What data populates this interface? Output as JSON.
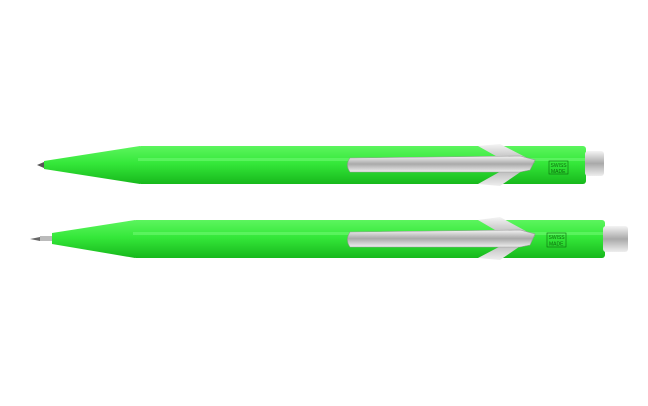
{
  "product": {
    "items": [
      {
        "type": "ballpoint-pen",
        "stamp_line1": "SWISS",
        "stamp_line2": "MADE"
      },
      {
        "type": "mechanical-pencil",
        "stamp_line1": "SWISS",
        "stamp_line2": "MADE"
      }
    ],
    "colors": {
      "body": "#35e83a",
      "body_shade": "#1fc824",
      "chrome": "#d9d9d9",
      "background": "#ffffff"
    }
  }
}
